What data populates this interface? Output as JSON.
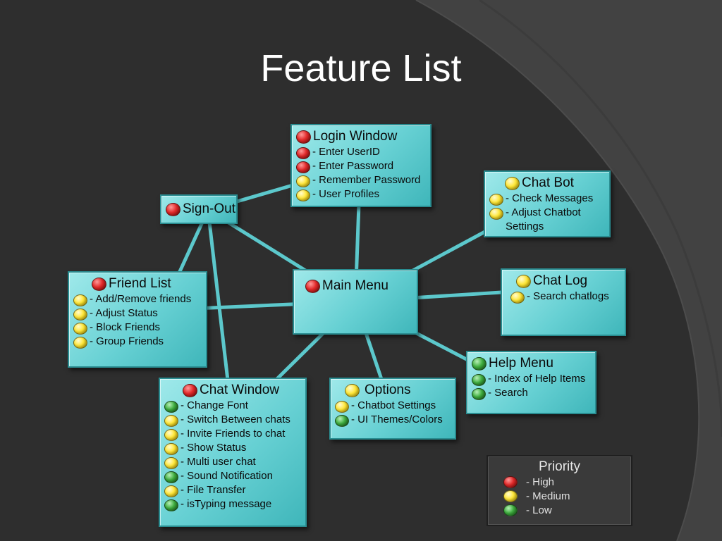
{
  "title": "Feature List",
  "colors": {
    "background": "#2e2e2e",
    "node_fill": "#66d0d3",
    "connector": "#5cc8cc",
    "high": "#e22a2a",
    "medium": "#ffe83a",
    "low": "#3fae3f"
  },
  "nodes": {
    "login": {
      "title": "Login Window",
      "priority": "high",
      "items": [
        {
          "text": "- Enter UserID",
          "priority": "high"
        },
        {
          "text": "- Enter Password",
          "priority": "high"
        },
        {
          "text": "- Remember Password",
          "priority": "medium"
        },
        {
          "text": "- User Profiles",
          "priority": "medium"
        }
      ]
    },
    "signout": {
      "title": "Sign-Out",
      "priority": "high",
      "items": []
    },
    "chatbot": {
      "title": "Chat Bot",
      "priority": "medium",
      "items": [
        {
          "text": "- Check Messages",
          "priority": "medium"
        },
        {
          "text": "- Adjust Chatbot\nSettings",
          "priority": "medium"
        }
      ]
    },
    "friendlist": {
      "title": "Friend List",
      "priority": "high",
      "items": [
        {
          "text": "- Add/Remove friends",
          "priority": "medium"
        },
        {
          "text": "- Adjust Status",
          "priority": "medium"
        },
        {
          "text": "- Block Friends",
          "priority": "medium"
        },
        {
          "text": "- Group Friends",
          "priority": "medium"
        }
      ]
    },
    "mainmenu": {
      "title": "Main Menu",
      "priority": "high",
      "items": []
    },
    "chatlog": {
      "title": "Chat Log",
      "priority": "medium",
      "items": [
        {
          "text": "- Search chatlogs",
          "priority": "medium"
        }
      ]
    },
    "helpmenu": {
      "title": "Help Menu",
      "priority": "low",
      "items": [
        {
          "text": "- Index of Help Items",
          "priority": "low"
        },
        {
          "text": "- Search",
          "priority": "low"
        }
      ]
    },
    "chatwindow": {
      "title": "Chat Window",
      "priority": "high",
      "items": [
        {
          "text": "- Change Font",
          "priority": "low"
        },
        {
          "text": "- Switch Between chats",
          "priority": "medium"
        },
        {
          "text": "- Invite Friends to chat",
          "priority": "medium"
        },
        {
          "text": "- Show Status",
          "priority": "medium"
        },
        {
          "text": "- Multi user chat",
          "priority": "medium"
        },
        {
          "text": "- Sound Notification",
          "priority": "low"
        },
        {
          "text": "- File Transfer",
          "priority": "medium"
        },
        {
          "text": "- isTyping message",
          "priority": "low"
        }
      ]
    },
    "options": {
      "title": "Options",
      "priority": "medium",
      "items": [
        {
          "text": "- Chatbot Settings",
          "priority": "medium"
        },
        {
          "text": "- UI Themes/Colors",
          "priority": "low"
        }
      ]
    }
  },
  "edges": [
    [
      "signout",
      "login"
    ],
    [
      "signout",
      "mainmenu"
    ],
    [
      "signout",
      "friendlist"
    ],
    [
      "signout",
      "chatwindow"
    ],
    [
      "login",
      "mainmenu"
    ],
    [
      "mainmenu",
      "chatbot"
    ],
    [
      "mainmenu",
      "chatlog"
    ],
    [
      "mainmenu",
      "friendlist"
    ],
    [
      "mainmenu",
      "chatwindow"
    ],
    [
      "mainmenu",
      "options"
    ],
    [
      "mainmenu",
      "helpmenu"
    ]
  ],
  "legend": {
    "title": "Priority",
    "items": [
      {
        "label": "- High",
        "priority": "high"
      },
      {
        "label": "- Medium",
        "priority": "medium"
      },
      {
        "label": "- Low",
        "priority": "low"
      }
    ]
  }
}
